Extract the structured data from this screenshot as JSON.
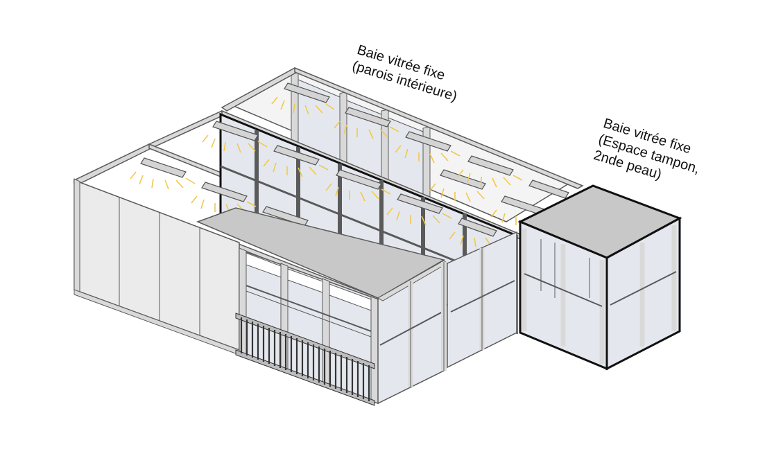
{
  "labels": {
    "interior_partition": {
      "line1": "Baie vitrée fixe",
      "line2": "(parois intérieure)"
    },
    "buffer_space": {
      "line1": "Baie vitrée fixe",
      "line2": "(Espace tampon,",
      "line3": "2nde peau)"
    }
  },
  "colors": {
    "frame": "#d9d9d9",
    "frame_stroke": "#5a5a5a",
    "glass": "#e4e8ee",
    "wall": "#ebebeb",
    "roof_slab": "#c8c8c8",
    "light_rays": "#f2c84b",
    "outline_heavy": "#111111"
  }
}
